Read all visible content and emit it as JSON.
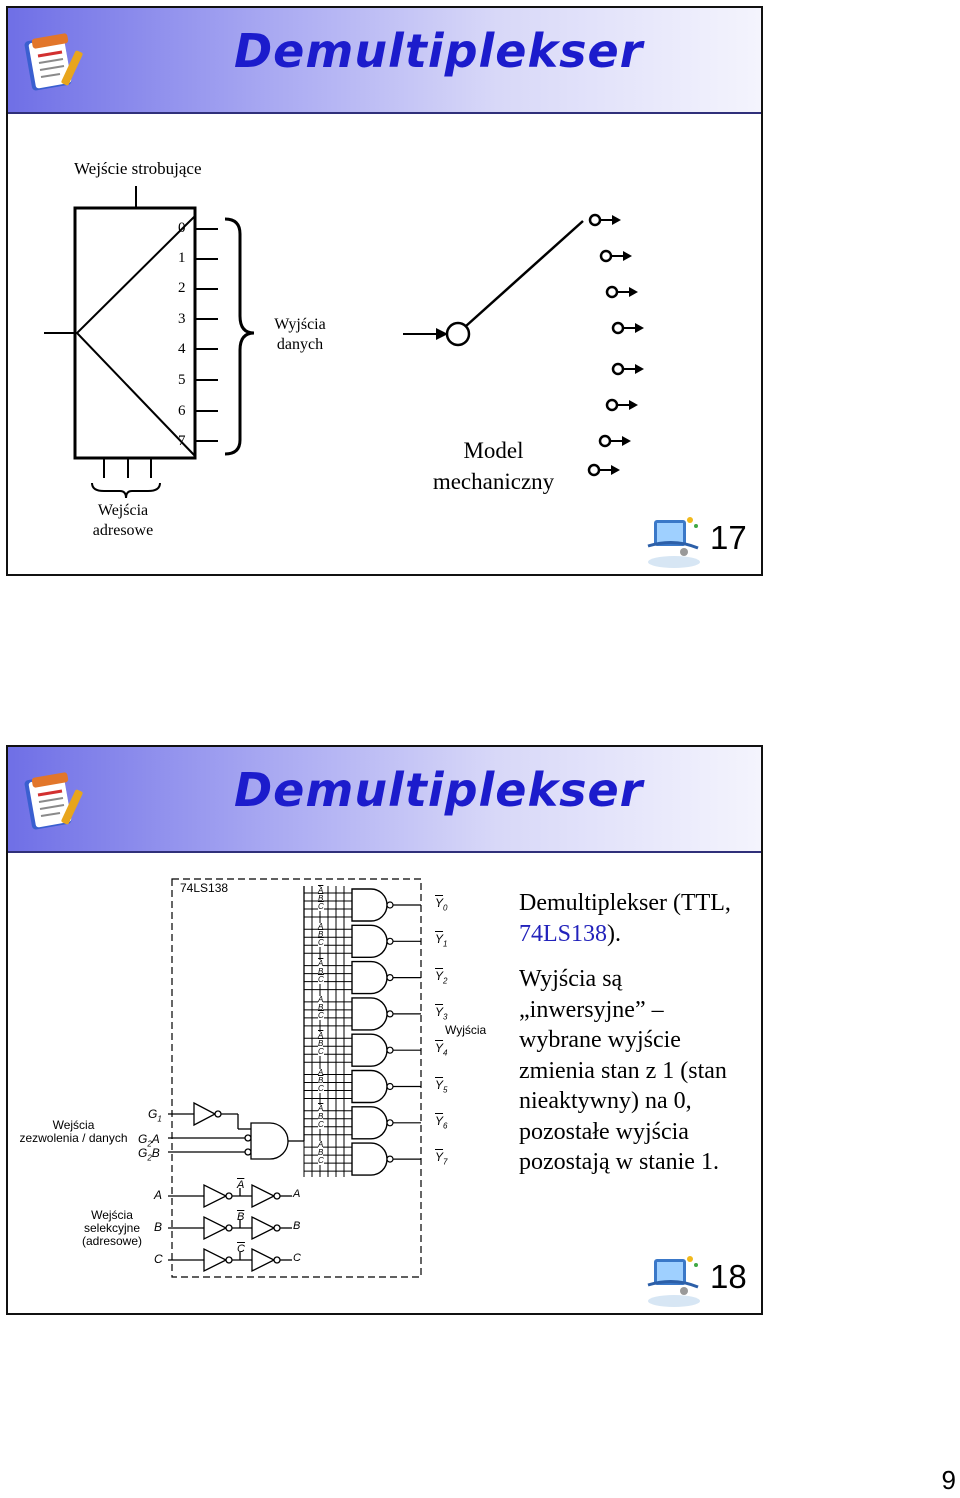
{
  "slide1": {
    "title": "Demultiplekser",
    "strobe_label": "Wejście strobujące",
    "output_numbers": [
      "0",
      "1",
      "2",
      "3",
      "4",
      "5",
      "6",
      "7"
    ],
    "data_outputs_label_line1": "Wyjścia",
    "data_outputs_label_line2": "danych",
    "address_inputs_label_line1": "Wejścia",
    "address_inputs_label_line2": "adresowe",
    "mechanical_model_line1": "Model",
    "mechanical_model_line2": "mechaniczny",
    "slide_number": "17"
  },
  "slide2": {
    "title": "Demultiplekser",
    "chip_label": "74LS138",
    "text_intro_part1": "Demultiplekser (TTL,",
    "text_intro_link": "74LS138",
    "text_intro_part2": ").",
    "text_description_lines": [
      "Wyjścia są",
      "„inwersyjne” –",
      "wybrane wyjście",
      "zmienia stan z 1 (stan",
      "nieaktywny) na 0,",
      "pozostałe wyjścia",
      "pozostają w stanie 1."
    ],
    "outputs_label": "Wyjścia",
    "enable_inputs_label_line1": "Wejścia",
    "enable_inputs_label_line2": "zezwolenia / danych",
    "select_inputs_label_line1": "Wejścia",
    "select_inputs_label_line2": "selekcyjne",
    "select_inputs_label_line3": "(adresowe)",
    "enable_pins": [
      "G",
      "G",
      "G"
    ],
    "enable_pin_subscripts": [
      "1",
      "2",
      "2"
    ],
    "enable_pin_suffix": [
      "",
      "A",
      "B"
    ],
    "select_pins": [
      "A",
      "B",
      "C"
    ],
    "output_names": [
      "Y",
      "Y",
      "Y",
      "Y",
      "Y",
      "Y",
      "Y",
      "Y"
    ],
    "output_subscripts": [
      "0",
      "1",
      "2",
      "3",
      "4",
      "5",
      "6",
      "7"
    ],
    "slide_number": "18"
  },
  "document_page_number": "9",
  "colors": {
    "title": "#1c1ccc",
    "link": "#2222bb",
    "header_start": "#6f6fe6",
    "header_end": "#f4f4fd"
  }
}
